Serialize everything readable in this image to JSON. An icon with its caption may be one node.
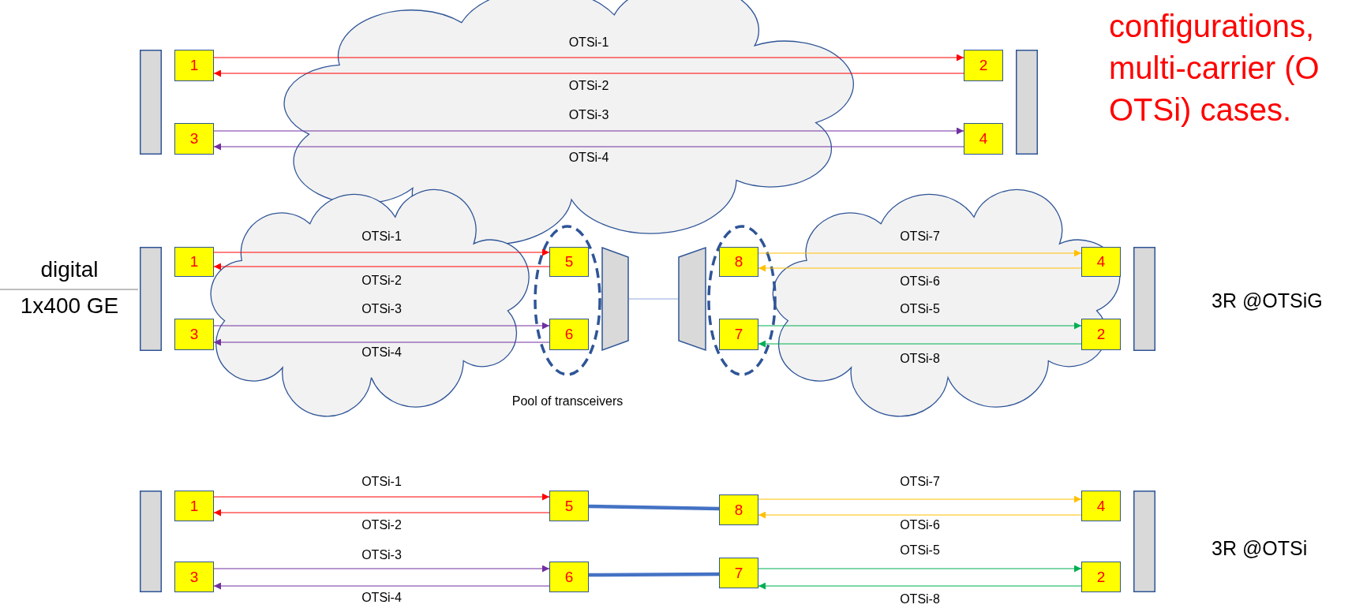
{
  "diagram": {
    "nodes": [
      {
        "text": [],
        "shape": "bar"
      },
      {
        "text": [
          "1"
        ]
      },
      {
        "text": [
          "3"
        ]
      },
      {
        "text": [
          "2"
        ]
      },
      {
        "text": [
          "4"
        ]
      },
      {
        "text": [],
        "shape": "bar"
      },
      {
        "text": [],
        "shape": "bar"
      },
      {
        "text": [
          "1"
        ]
      },
      {
        "text": [
          "3"
        ]
      },
      {
        "text": [
          "5"
        ]
      },
      {
        "text": [
          "6"
        ]
      },
      {
        "text": [],
        "shape": "trapezoid"
      },
      {
        "text": [],
        "shape": "trapezoid"
      },
      {
        "text": [
          "8"
        ]
      },
      {
        "text": [
          "7"
        ]
      },
      {
        "text": [
          "4"
        ]
      },
      {
        "text": [
          "2"
        ]
      },
      {
        "text": [],
        "shape": "bar"
      },
      {
        "text": [],
        "shape": "bar"
      },
      {
        "text": [
          "1"
        ]
      },
      {
        "text": [
          "3"
        ]
      },
      {
        "text": [
          "5"
        ]
      },
      {
        "text": [
          "6"
        ]
      },
      {
        "text": [
          "8"
        ]
      },
      {
        "text": [
          "7"
        ]
      },
      {
        "text": [
          "4"
        ]
      },
      {
        "text": [
          "2"
        ]
      },
      {
        "text": [],
        "shape": "bar"
      }
    ],
    "edges": [
      {
        "from": 1,
        "to": 3,
        "arrow": "to",
        "label": "OTSi-1",
        "color": "#ff0000"
      },
      {
        "from": 3,
        "to": 1,
        "arrow": "to",
        "label": "OTSi-2",
        "color": "#ff0000"
      },
      {
        "from": 2,
        "to": 4,
        "arrow": "to",
        "label": "OTSi-3",
        "color": "#7030a0"
      },
      {
        "from": 4,
        "to": 2,
        "arrow": "to",
        "label": "OTSi-4",
        "color": "#7030a0"
      },
      {
        "from": 7,
        "to": 9,
        "arrow": "to",
        "label": "OTSi-1",
        "color": "#ff0000"
      },
      {
        "from": 9,
        "to": 7,
        "arrow": "to",
        "label": "OTSi-2",
        "color": "#ff0000"
      },
      {
        "from": 8,
        "to": 10,
        "arrow": "to",
        "label": "OTSi-3",
        "color": "#7030a0"
      },
      {
        "from": 10,
        "to": 8,
        "arrow": "to",
        "label": "OTSi-4",
        "color": "#7030a0"
      },
      {
        "from": 11,
        "to": 12,
        "arrow": "none",
        "color": "#8faadc"
      },
      {
        "from": 13,
        "to": 15,
        "arrow": "to",
        "label": "OTSi-7",
        "color": "#ffc000"
      },
      {
        "from": 15,
        "to": 13,
        "arrow": "to",
        "label": "OTSi-6",
        "color": "#ffc000"
      },
      {
        "from": 14,
        "to": 16,
        "arrow": "to",
        "label": "OTSi-5",
        "color": "#00b050"
      },
      {
        "from": 16,
        "to": 14,
        "arrow": "to",
        "label": "OTSi-8",
        "color": "#00b050"
      },
      {
        "from": 19,
        "to": 21,
        "arrow": "to",
        "label": "OTSi-1",
        "color": "#ff0000"
      },
      {
        "from": 21,
        "to": 19,
        "arrow": "to",
        "label": "OTSi-2",
        "color": "#ff0000"
      },
      {
        "from": 20,
        "to": 22,
        "arrow": "to",
        "label": "OTSi-3",
        "color": "#7030a0"
      },
      {
        "from": 22,
        "to": 20,
        "arrow": "to",
        "label": "OTSi-4",
        "color": "#7030a0"
      },
      {
        "from": 21,
        "to": 23,
        "arrow": "none",
        "style": "thick",
        "color": "#4472c4"
      },
      {
        "from": 22,
        "to": 24,
        "arrow": "none",
        "style": "thick",
        "color": "#4472c4"
      },
      {
        "from": 23,
        "to": 25,
        "arrow": "to",
        "label": "OTSi-7",
        "color": "#ffc000"
      },
      {
        "from": 25,
        "to": 23,
        "arrow": "to",
        "label": "OTSi-6",
        "color": "#ffc000"
      },
      {
        "from": 24,
        "to": 26,
        "arrow": "to",
        "label": "OTSi-5",
        "color": "#00b050"
      },
      {
        "from": 26,
        "to": 24,
        "arrow": "to",
        "label": "OTSi-8",
        "color": "#00b050"
      }
    ],
    "labels": [
      "configurations, multi-carrier (O OTSi) cases.",
      "digital",
      "1x400 GE",
      "3R @OTSiG",
      "Pool of transceivers",
      "3R @OTSi"
    ]
  }
}
